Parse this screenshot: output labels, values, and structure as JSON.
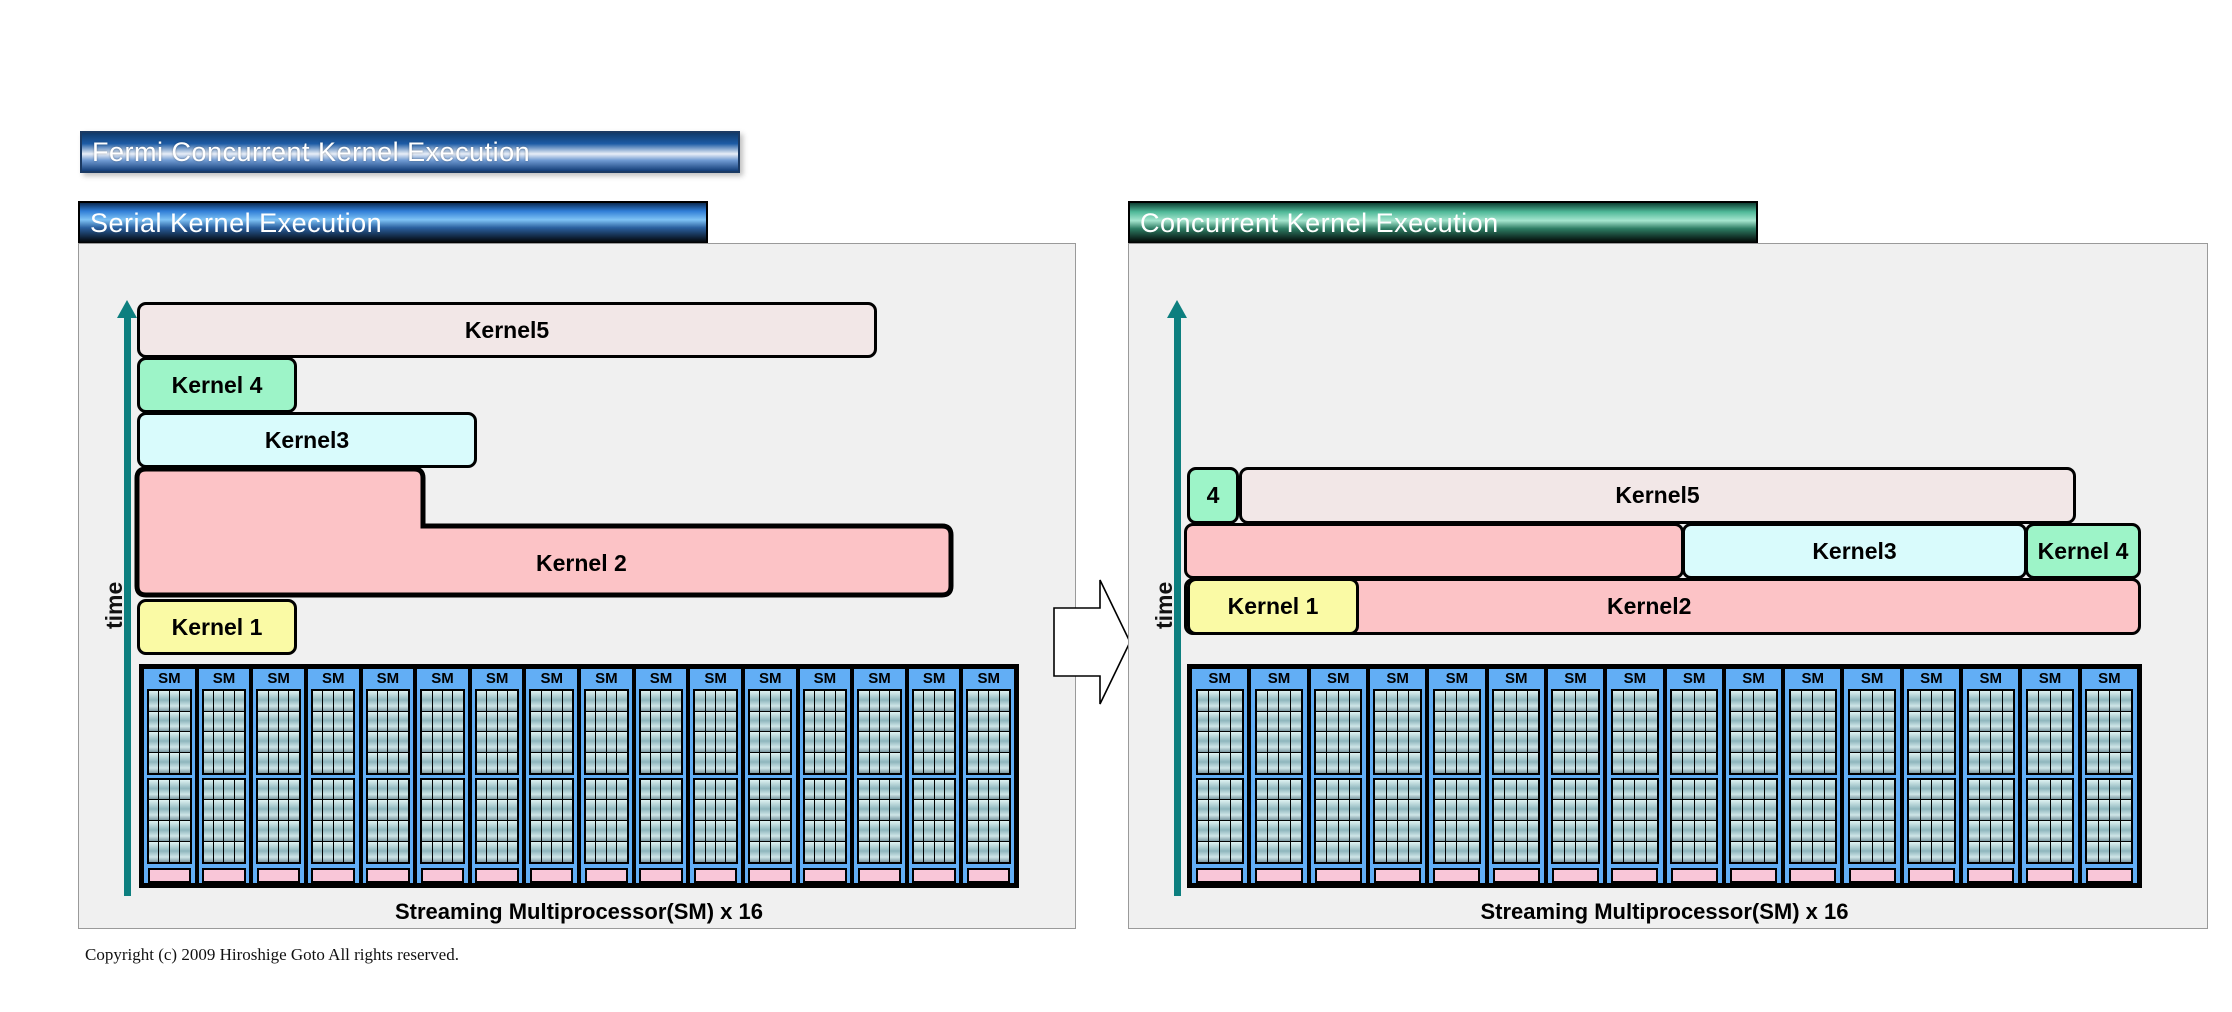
{
  "main_title": "Fermi Concurrent Kernel Execution",
  "panels": {
    "serial": {
      "title": "Serial Kernel Execution",
      "time_label": "time",
      "sm_caption": "Streaming Multiprocessor(SM) x 16",
      "sm_label": "SM",
      "sm_count": 16,
      "kernels": [
        {
          "id": "kernel5",
          "label": "Kernel5",
          "color": "#f2e7e7"
        },
        {
          "id": "kernel4",
          "label": "Kernel 4",
          "color": "#9df4c8"
        },
        {
          "id": "kernel3",
          "label": "Kernel3",
          "color": "#d9fbfc"
        },
        {
          "id": "kernel2",
          "label": "Kernel 2",
          "color": "#fcc3c6"
        },
        {
          "id": "kernel1",
          "label": "Kernel 1",
          "color": "#fafaa5"
        }
      ]
    },
    "concurrent": {
      "title": "Concurrent Kernel Execution",
      "time_label": "time",
      "sm_caption": "Streaming Multiprocessor(SM) x 16",
      "sm_label": "SM",
      "sm_count": 16,
      "kernels": [
        {
          "id": "kernel4-small",
          "label": "4",
          "color": "#9df4c8"
        },
        {
          "id": "kernel5",
          "label": "Kernel5",
          "color": "#f2e7e7"
        },
        {
          "id": "kernel3",
          "label": "Kernel3",
          "color": "#d9fbfc"
        },
        {
          "id": "kernel4",
          "label": "Kernel 4",
          "color": "#9df4c8"
        },
        {
          "id": "kernel2",
          "label": "Kernel2",
          "color": "#fcc3c6"
        },
        {
          "id": "kernel1",
          "label": "Kernel 1",
          "color": "#fafaa5"
        }
      ]
    }
  },
  "flow_arrow": "right-arrow",
  "copyright": "Copyright (c) 2009 Hiroshige Goto All rights reserved.",
  "colors": {
    "time_axis": "#0d7f7f",
    "panel_bg": "#f0f0f0",
    "sm_blue": "#62aef5",
    "sm_pink": "#f9c6d8",
    "serial_banner": "#1c5ba5",
    "concurrent_banner": "#4fb898",
    "main_banner": "#1c5ba5"
  }
}
